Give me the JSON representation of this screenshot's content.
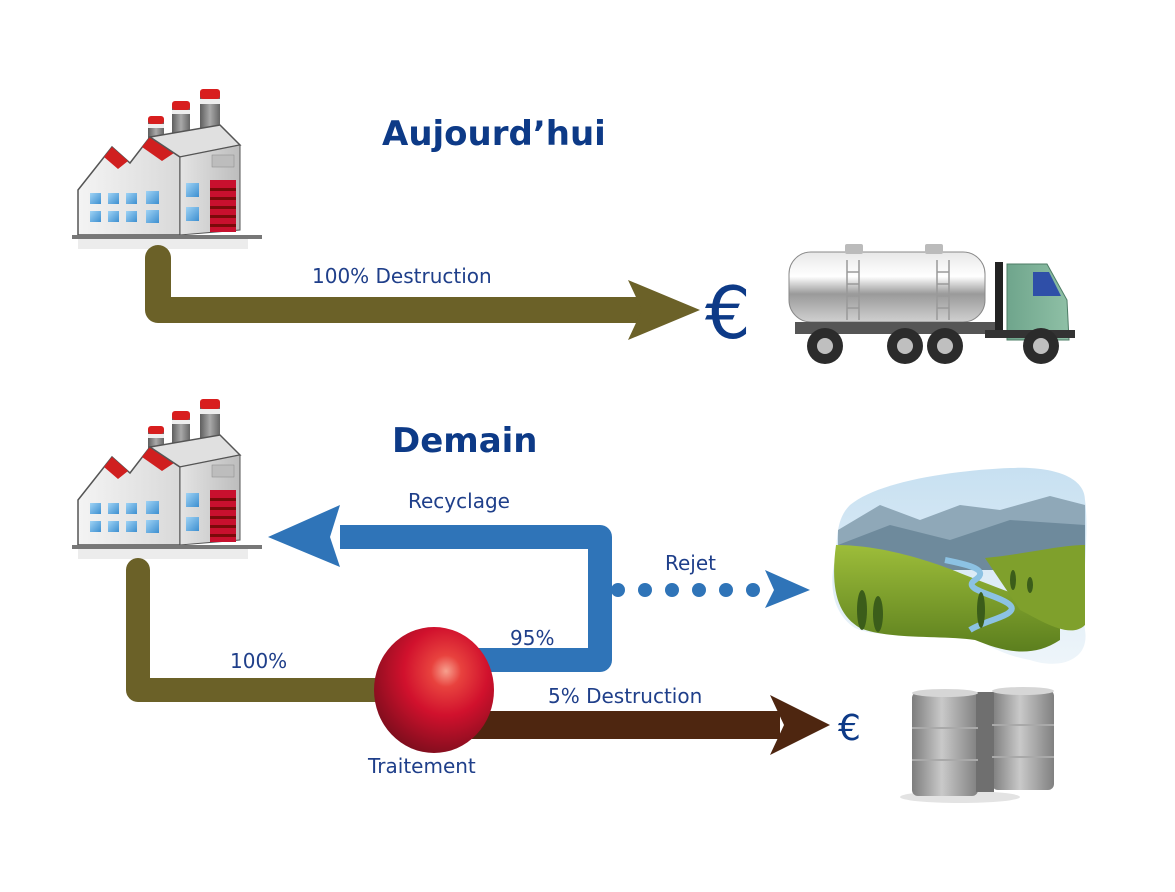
{
  "sections": {
    "today": {
      "title": "Aujourd’hui",
      "flow_label": "100% Destruction",
      "cost_symbol": "€",
      "destination": "tanker-truck"
    },
    "tomorrow": {
      "title": "Demain",
      "input_label": "100%",
      "treatment_label": "Traitement",
      "recycle_share_label": "95%",
      "recycle_label": "Recyclage",
      "discharge_label": "Rejet",
      "destruction_label": "5% Destruction",
      "cost_symbol": "€",
      "discharge_destination": "river-landscape",
      "destruction_destination": "oil-barrels"
    }
  },
  "colors": {
    "title_text": "#0d3a87",
    "label_text": "#1f3f8a",
    "olive_arrow": "#6b6128",
    "blue_arrow": "#2f74b8",
    "brown_arrow": "#4e2610",
    "treatment_sphere": "#c8102e"
  }
}
